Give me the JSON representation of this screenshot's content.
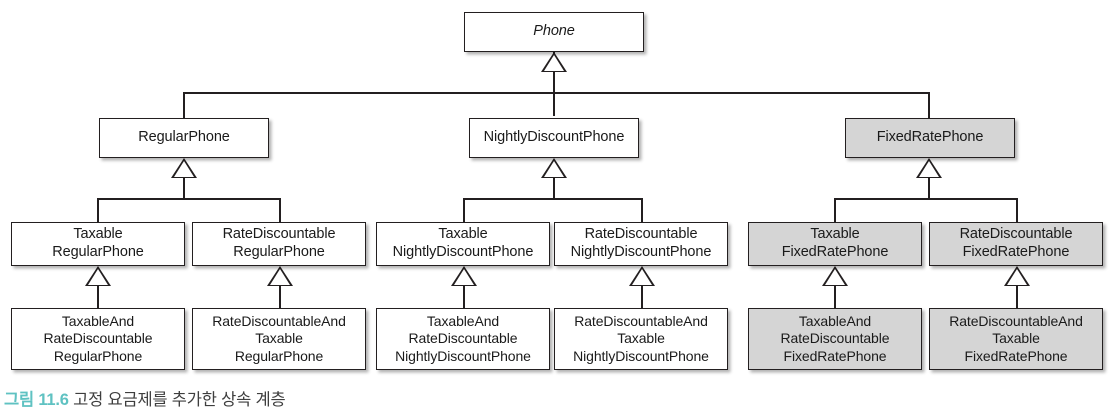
{
  "diagram": {
    "title_caption": {
      "figure_number": "그림 11.6",
      "figure_text": "고정 요금제를 추가한 상속 계층",
      "accent_color": "#5fc2c2"
    },
    "colors": {
      "stroke": "#231f20",
      "plain_fill": "#ffffff",
      "highlight_fill": "#d5d5d5",
      "text": "#1a1a1a"
    },
    "relationship": "generalization",
    "levels": [
      {
        "level": 0,
        "nodes": [
          {
            "id": "phone",
            "label": "Phone",
            "abstract": true,
            "highlight": false
          }
        ]
      },
      {
        "level": 1,
        "nodes": [
          {
            "id": "regular-phone",
            "label": "RegularPhone",
            "abstract": false,
            "highlight": false
          },
          {
            "id": "nightly-discount-phone",
            "label": "NightlyDiscountPhone",
            "abstract": false,
            "highlight": false
          },
          {
            "id": "fixed-rate-phone",
            "label": "FixedRatePhone",
            "abstract": false,
            "highlight": true
          }
        ]
      },
      {
        "level": 2,
        "nodes": [
          {
            "id": "taxable-regular-phone",
            "label": "Taxable\nRegularPhone",
            "highlight": false
          },
          {
            "id": "rate-discountable-regular-phone",
            "label": "RateDiscountable\nRegularPhone",
            "highlight": false
          },
          {
            "id": "taxable-nightly-discount-phone",
            "label": "Taxable\nNightlyDiscountPhone",
            "highlight": false
          },
          {
            "id": "rate-discountable-nightly-discount-phone",
            "label": "RateDiscountable\nNightlyDiscountPhone",
            "highlight": false
          },
          {
            "id": "taxable-fixed-rate-phone",
            "label": "Taxable\nFixedRatePhone",
            "highlight": true
          },
          {
            "id": "rate-discountable-fixed-rate-phone",
            "label": "RateDiscountable\nFixedRatePhone",
            "highlight": true
          }
        ]
      },
      {
        "level": 3,
        "nodes": [
          {
            "id": "taxable-and-rate-discountable-regular-phone",
            "label": "TaxableAnd\nRateDiscountable\nRegularPhone",
            "highlight": false
          },
          {
            "id": "rate-discountable-and-taxable-regular-phone",
            "label": "RateDiscountableAnd\nTaxable\nRegularPhone",
            "highlight": false
          },
          {
            "id": "taxable-and-rate-discountable-nightly-discount-phone",
            "label": "TaxableAnd\nRateDiscountable\nNightlyDiscountPhone",
            "highlight": false
          },
          {
            "id": "rate-discountable-and-taxable-nightly-discount-phone",
            "label": "RateDiscountableAnd\nTaxable\nNightlyDiscountPhone",
            "highlight": false
          },
          {
            "id": "taxable-and-rate-discountable-fixed-rate-phone",
            "label": "TaxableAnd\nRateDiscountable\nFixedRatePhone",
            "highlight": true
          },
          {
            "id": "rate-discountable-and-taxable-fixed-rate-phone",
            "label": "RateDiscountableAnd\nTaxable\nFixedRatePhone",
            "highlight": true
          }
        ]
      }
    ]
  }
}
